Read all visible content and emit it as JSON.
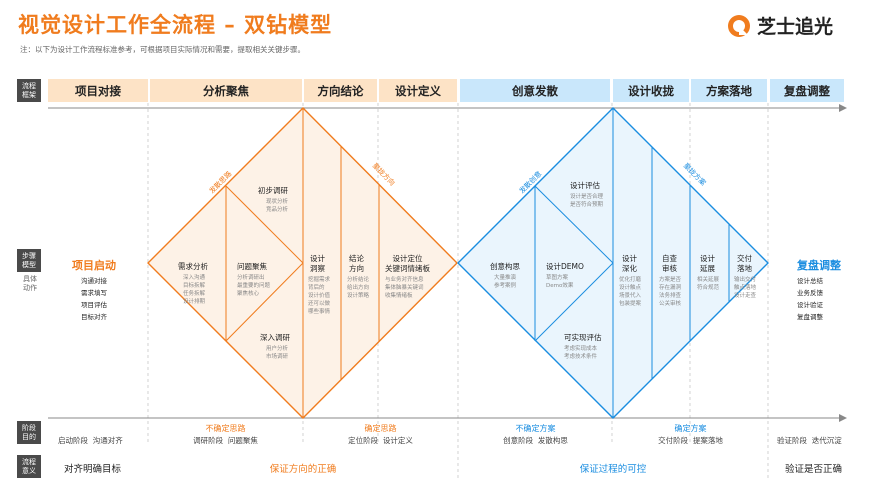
{
  "title": "视觉设计工作全流程 – 双钻模型",
  "note": "注：以下为设计工作流程标准参考，可根据项目实际情况和需要，提取相关关键步骤。",
  "logo": {
    "text": "芝士追光"
  },
  "colors": {
    "orange": "#f07c1e",
    "blue": "#1a8de0",
    "dark": "#4a4a4a"
  },
  "row_labels": {
    "process_frame": "流程\n框架",
    "step_model": "步骤\n模型",
    "step_action": "具体\n动作",
    "stage_goal": "阶段\n目的",
    "process_meaning": "流程\n意义"
  },
  "headers": [
    "项目对接",
    "分析聚焦",
    "方向结论",
    "设计定义",
    "创意发散",
    "设计收拢",
    "方案落地",
    "复盘调整"
  ],
  "left_block": {
    "title": "项目启动",
    "items": [
      "沟通对接",
      "需求填写",
      "项目评估",
      "目标对齐"
    ]
  },
  "right_block": {
    "title": "复盘调整",
    "items": [
      "设计总结",
      "业务反馈",
      "设计验证",
      "复盘调整"
    ]
  },
  "diamond1": {
    "diverge_label": "发散思路",
    "converge_label": "聚拢方向",
    "nodes": {
      "chubu": {
        "title": "初步调研",
        "sub": [
          "现状分析",
          "竞品分析"
        ]
      },
      "xuqiu": {
        "title": "需求分析",
        "sub": [
          "深入沟通",
          "目标拆解",
          "任务拆解",
          "设计排期"
        ]
      },
      "wenti": {
        "title": "问题聚焦",
        "sub": [
          "分析调研出",
          "最重要的问题",
          "聚焦核心"
        ]
      },
      "shenru": {
        "title": "深入调研",
        "sub": [
          "用户分析",
          "市场调研"
        ]
      },
      "sheji": {
        "title": "设计\n洞察",
        "sub": [
          "挖掘需求",
          "背后的",
          "设计价值",
          "还可以做",
          "哪些事情"
        ]
      },
      "jielun": {
        "title": "结论\n方向",
        "sub": [
          "分析结论",
          "给出方向",
          "设计策略"
        ]
      },
      "dingwei": {
        "title": "设计定位\n关键词情绪板",
        "sub": [
          "与业务对齐信息",
          "集体脑暴关键词",
          "收集情绪板"
        ]
      }
    }
  },
  "diamond2": {
    "diverge_label": "发散创意",
    "converge_label": "聚拢方案",
    "nodes": {
      "pinggu": {
        "title": "设计评估",
        "sub": [
          "设计是否合理",
          "是否符合预期"
        ]
      },
      "chuangyi": {
        "title": "创意构思",
        "sub": [
          "大量推演",
          "参考案例"
        ]
      },
      "demo": {
        "title": "设计DEMO",
        "sub": [
          "草图方案",
          "Demo效果"
        ]
      },
      "kexian": {
        "title": "可实现评估",
        "sub": [
          "考虑实现成本",
          "考虑技术条件"
        ]
      },
      "shenhua": {
        "title": "设计\n深化",
        "sub": [
          "优化打磨",
          "设计触点",
          "场景代入",
          "包装提案"
        ]
      },
      "zicha": {
        "title": "自查\n审核",
        "sub": [
          "方案是否",
          "存在漏洞",
          "法务排查",
          "公关审核"
        ]
      },
      "yanzhan": {
        "title": "设计\n延展",
        "sub": [
          "相关延展",
          "符合规范"
        ]
      },
      "jiaofu": {
        "title": "交付\n落地",
        "sub": [
          "输出交付",
          "触点落地",
          "设计走查"
        ]
      }
    }
  },
  "stage_goal": {
    "left": "启动阶段  沟通对齐",
    "d1_diverge_title": "不确定思路",
    "d1_diverge_sub": "调研阶段  问题聚焦",
    "d1_converge_title": "确定思路",
    "d1_converge_sub": "定位阶段  设计定义",
    "d2_diverge_title": "不确定方案",
    "d2_diverge_sub": "创意阶段  发散构思",
    "d2_converge_title": "确定方案",
    "d2_converge_sub": "交付阶段  提案落地",
    "right": "验证阶段  迭代沉淀"
  },
  "meaning": {
    "left": "对齐明确目标",
    "d1": "保证方向的正确",
    "d2": "保证过程的可控",
    "right": "验证是否正确"
  }
}
